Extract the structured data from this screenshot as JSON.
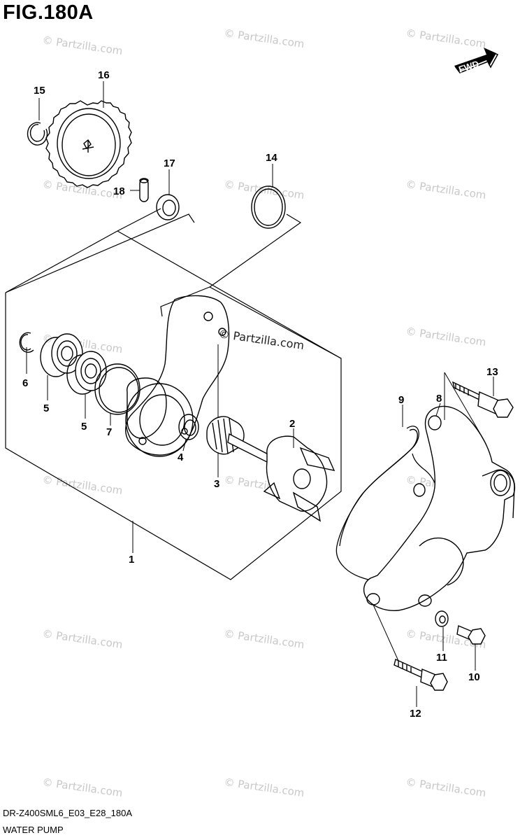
{
  "figure": {
    "title": "FIG.180A"
  },
  "footer": {
    "code": "DR-Z400SML6_E03_E28_180A",
    "name": "WATER PUMP"
  },
  "fwd_label": "FWD",
  "watermark": {
    "text": "© Partzilla.com",
    "inline_text": "© Partzilla.com"
  },
  "callouts": {
    "c1": "1",
    "c2": "2",
    "c3": "3",
    "c4": "4",
    "c5a": "5",
    "c5b": "5",
    "c6": "6",
    "c7": "7",
    "c8": "8",
    "c9": "9",
    "c10": "10",
    "c11": "11",
    "c12": "12",
    "c13": "13",
    "c14": "14",
    "c15": "15",
    "c16": "16",
    "c17": "17",
    "c18": "18"
  }
}
